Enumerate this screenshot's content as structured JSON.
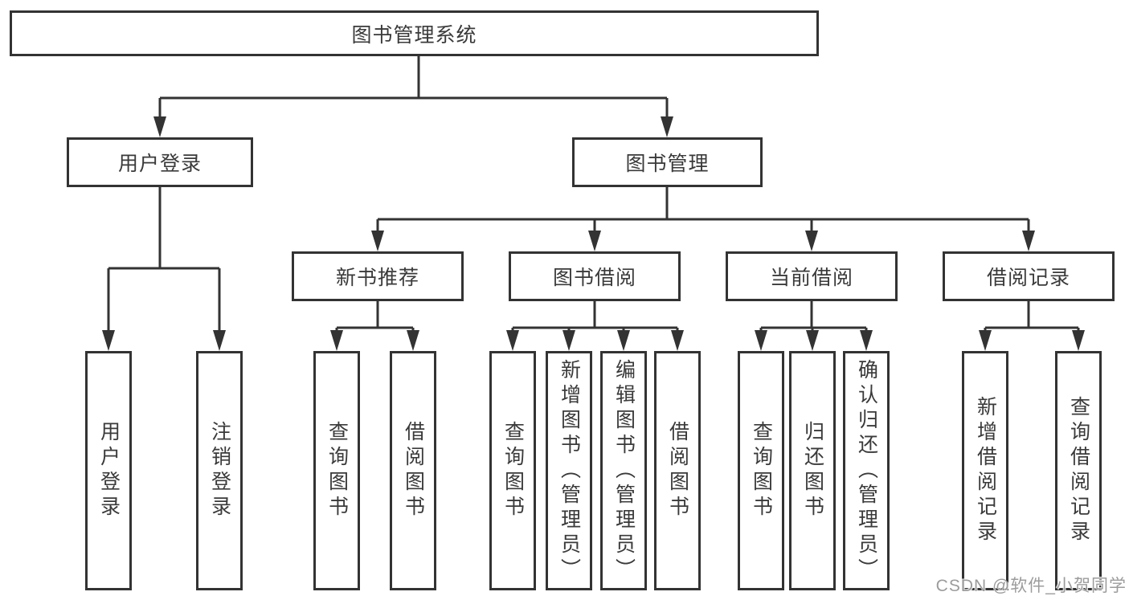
{
  "diagram": {
    "title": "图书管理系统",
    "tree": {
      "root": {
        "label": "图书管理系统"
      },
      "branches": [
        {
          "label": "用户登录",
          "children": [
            {
              "label": "用户登录"
            },
            {
              "label": "注销登录"
            }
          ]
        },
        {
          "label": "图书管理",
          "children": [
            {
              "label": "新书推荐",
              "children": [
                {
                  "label": "查询图书"
                },
                {
                  "label": "借阅图书"
                }
              ]
            },
            {
              "label": "图书借阅",
              "children": [
                {
                  "label": "查询图书"
                },
                {
                  "label": "新增图书（管理员）"
                },
                {
                  "label": "编辑图书（管理员）"
                },
                {
                  "label": "借阅图书"
                }
              ]
            },
            {
              "label": "当前借阅",
              "children": [
                {
                  "label": "查询图书"
                },
                {
                  "label": "归还图书"
                },
                {
                  "label": "确认归还（管理员）"
                }
              ]
            },
            {
              "label": "借阅记录",
              "children": [
                {
                  "label": "新增借阅记录"
                },
                {
                  "label": "查询借阅记录"
                }
              ]
            }
          ]
        }
      ]
    },
    "colors": {
      "line": "#333333",
      "box_border": "#333333",
      "box_fill": "#ffffff",
      "text": "#3a3a3a",
      "watermark": "#9c9c9c",
      "background": "#ffffff"
    }
  },
  "watermark": {
    "text": "CSDN @软件_小贺同学"
  }
}
